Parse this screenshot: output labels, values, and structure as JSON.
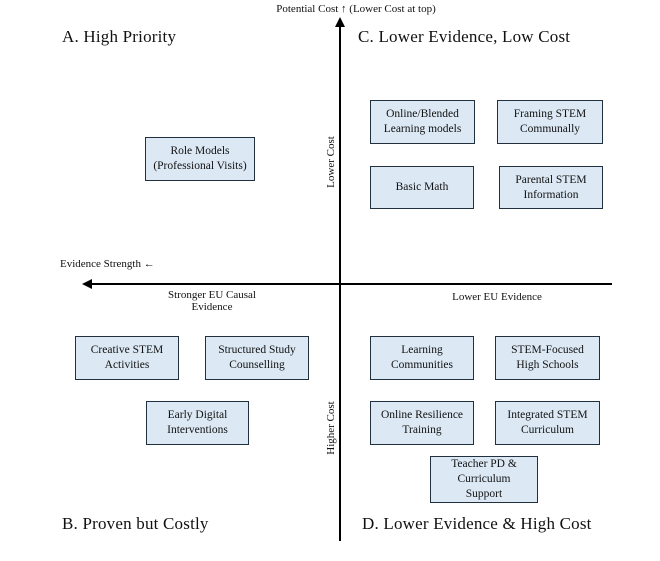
{
  "colors": {
    "background": "#ffffff",
    "box_fill": "#dce9f5",
    "box_border": "#20303f",
    "line": "#000000",
    "text": "#111111"
  },
  "axes": {
    "potential_cost": "Potential Cost ↑ (Lower Cost at top)",
    "evidence_strength": "Evidence Strength ←",
    "stronger_eu": "Stronger EU Causal\nEvidence",
    "lower_eu": "Lower EU Evidence",
    "lower_cost": "Lower Cost",
    "higher_cost": "Higher Cost"
  },
  "quadrant_a": {
    "title": "A. High Priority",
    "box_role_models": "Role Models\n(Professional Visits)"
  },
  "quadrant_c": {
    "title": "C. Lower Evidence, Low Cost",
    "box_online_blended": "Online/Blended\nLearning models",
    "box_framing_stem": "Framing STEM\nCommunally",
    "box_basic_math": "Basic Math",
    "box_parental_stem": "Parental STEM\nInformation"
  },
  "quadrant_b": {
    "title": "B. Proven but Costly",
    "box_creative_stem": "Creative STEM\nActivities",
    "box_structured_study": "Structured Study\nCounselling",
    "box_early_digital": "Early Digital\nInterventions"
  },
  "quadrant_d": {
    "title": "D. Lower Evidence & High Cost",
    "box_learning_communities": "Learning\nCommunities",
    "box_stem_focused": "STEM-Focused\nHigh Schools",
    "box_online_resilience": "Online Resilience\nTraining",
    "box_integrated_stem": "Integrated STEM\nCurriculum",
    "box_teacher_pd": "Teacher PD &\nCurriculum\nSupport"
  }
}
